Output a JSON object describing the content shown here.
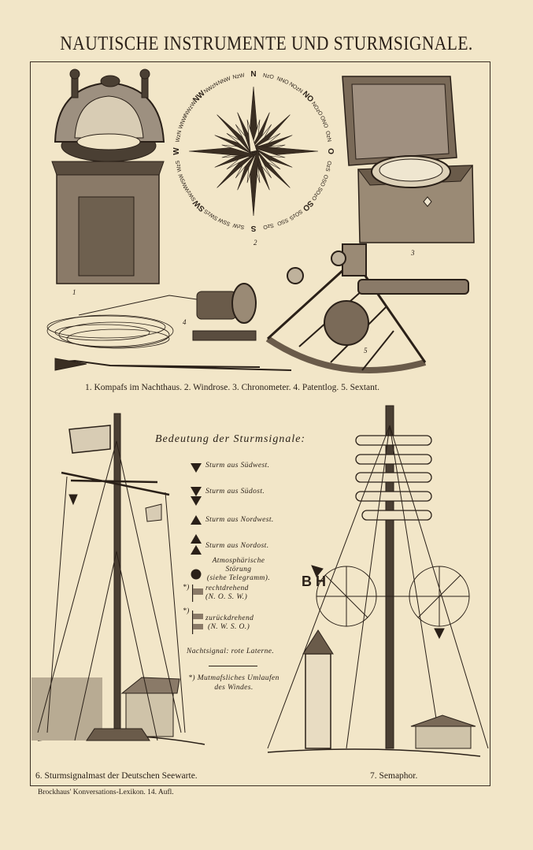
{
  "title": "NAUTISCHE INSTRUMENTE UND STURMSIGNALE.",
  "figures": {
    "n1": "1",
    "n2": "2",
    "n3": "3",
    "n4": "4",
    "n5": "5",
    "caption_top": "1. Kompafs im Nachthaus. 2. Windrose. 3. Chronometer. 4. Patentlog. 5. Sextant.",
    "caption_6": "6. Sturmsignalmast der Deutschen Seewarte.",
    "caption_7": "7. Semaphor.",
    "semaphor_letters": "B H"
  },
  "windrose": [
    "N",
    "NzO",
    "NNO",
    "NOzN",
    "NO",
    "NOzO",
    "ONO",
    "OzN",
    "O",
    "OzS",
    "OSO",
    "SOzO",
    "SO",
    "SOzS",
    "SSO",
    "SzO",
    "S",
    "SzW",
    "SSW",
    "SWzS",
    "SW",
    "SWzW",
    "WSW",
    "WzS",
    "W",
    "WzN",
    "WNW",
    "NWzW",
    "NW",
    "NWzN",
    "NNW",
    "NzW"
  ],
  "legend": {
    "title": "Bedeutung der Sturmsignale:",
    "sw": "Sturm aus Südwest.",
    "so": "Sturm aus Südost.",
    "nw": "Sturm aus Nordwest.",
    "no": "Sturm aus Nordost.",
    "atmo1": "Atmosphärische",
    "atmo2": "Störung",
    "atmo3": "(siehe Telegramm).",
    "star": "*)",
    "recht1": "rechtdrehend",
    "recht2": "(N. O. S. W.)",
    "zur1": "zurückdrehend",
    "zur2": "(N. W. S. O.)",
    "nacht": "Nachtsignal: rote Laterne.",
    "note1": "*) Mutmafsliches Umlaufen",
    "note2": "des Windes."
  },
  "footer": "Brockhaus' Konversations-Lexikon. 14. Aufl."
}
